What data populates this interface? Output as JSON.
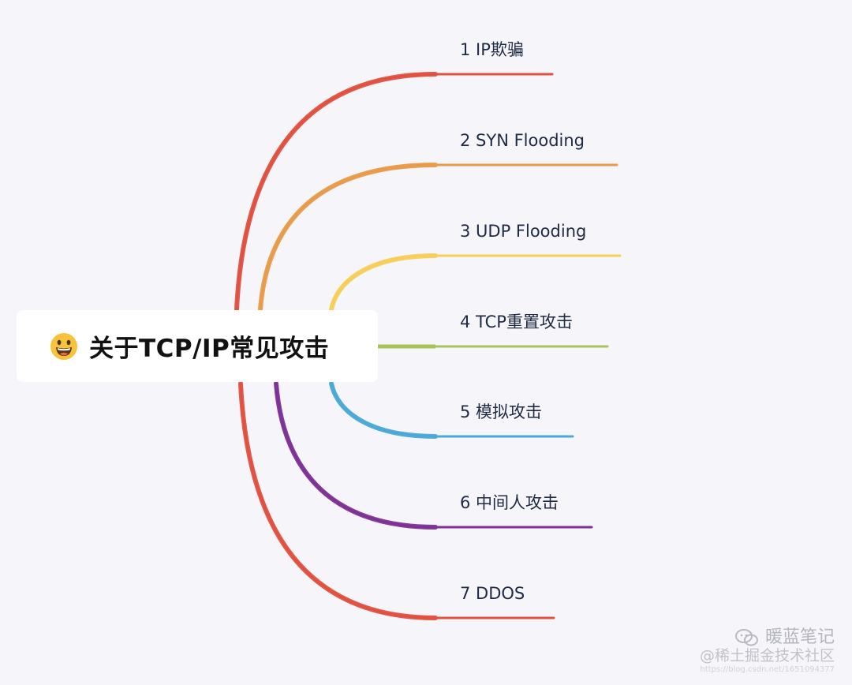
{
  "root": {
    "title": "关于TCP/IP常见攻击",
    "emoji": "grinning-face-icon"
  },
  "branches": [
    {
      "label": "1 IP欺骗",
      "color": "#e05140"
    },
    {
      "label": "2 SYN Flooding",
      "color": "#e89b4a"
    },
    {
      "label": "3 UDP Flooding",
      "color": "#f5cf5a"
    },
    {
      "label": "4 TCP重置攻击",
      "color": "#a7c45a"
    },
    {
      "label": "5 模拟攻击",
      "color": "#4aa9d6"
    },
    {
      "label": "6 中间人攻击",
      "color": "#7e3296"
    },
    {
      "label": "7 DDOS",
      "color": "#e05140"
    }
  ],
  "watermark": {
    "account": "暖蓝笔记",
    "community": "@稀土掘金技术社区",
    "url": "https://blog.csdn.net/1651094377"
  }
}
